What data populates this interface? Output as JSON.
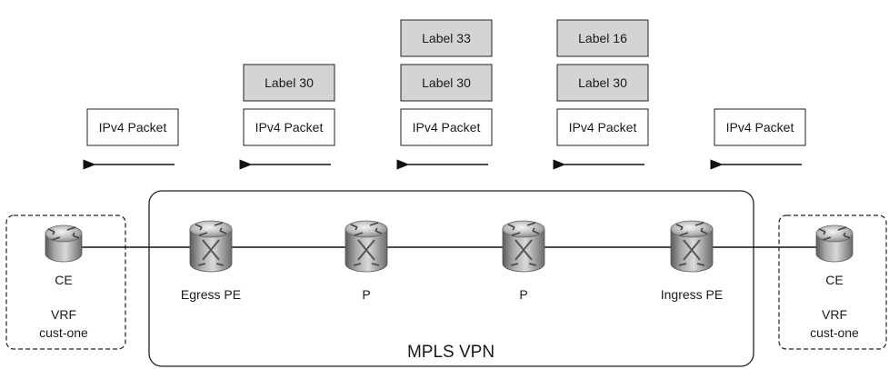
{
  "cloud_label": "MPLS VPN",
  "left_site": {
    "router_label": "CE",
    "vrf_line1": "VRF",
    "vrf_line2": "cust-one"
  },
  "right_site": {
    "router_label": "CE",
    "vrf_line1": "VRF",
    "vrf_line2": "cust-one"
  },
  "routers": [
    {
      "name": "egress-pe",
      "label": "Egress PE"
    },
    {
      "name": "p1",
      "label": "P"
    },
    {
      "name": "p2",
      "label": "P"
    },
    {
      "name": "ingress-pe",
      "label": "Ingress PE"
    }
  ],
  "packet_stacks": [
    {
      "name": "stack-1",
      "layers": [
        "IPv4 Packet"
      ]
    },
    {
      "name": "stack-2",
      "layers": [
        "Label 30",
        "IPv4 Packet"
      ]
    },
    {
      "name": "stack-3",
      "layers": [
        "Label 33",
        "Label 30",
        "IPv4 Packet"
      ]
    },
    {
      "name": "stack-4",
      "layers": [
        "Label 16",
        "Label 30",
        "IPv4 Packet"
      ]
    },
    {
      "name": "stack-5",
      "layers": [
        "IPv4 Packet"
      ]
    }
  ],
  "flow_direction": "right-to-left",
  "colors": {
    "label_fill": "#d4d4d4",
    "packet_fill": "#ffffff",
    "stroke": "#222222"
  }
}
